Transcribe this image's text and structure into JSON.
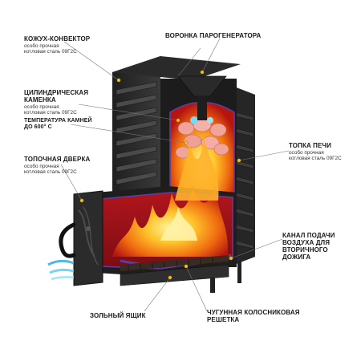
{
  "labels": {
    "convector": {
      "title": "КОЖУХ-КОНВЕКТОР",
      "sub1": "особо прочная",
      "sub2": "котловая сталь 09Г2С"
    },
    "funnel": {
      "title": "ВОРОНКА ПАРОГЕНЕРАТОРА"
    },
    "heater": {
      "title1": "ЦИЛИНДРИЧЕСКАЯ",
      "title2": "КАМЕНКА",
      "sub1": "особо прочная",
      "sub2": "котловая сталь 09Г2С"
    },
    "temperature": {
      "title1": "ТЕМПЕРАТУРА КАМНЕЙ",
      "title2": "ДО 600° С"
    },
    "firebox": {
      "title": "ТОПКА ПЕЧИ",
      "sub1": "особо прочная",
      "sub2": "котловая сталь 09Г2С"
    },
    "door": {
      "title": "ТОПОЧНАЯ ДВЕРКА",
      "sub1": "особо прочная",
      "sub2": "котловая сталь 09Г2С"
    },
    "air_channel": {
      "title1": "КАНАЛ ПОДАЧИ",
      "title2": "ВОЗДУХА ДЛЯ",
      "title3": "ВТОРИЧНОГО",
      "title4": "ДОЖИГА"
    },
    "ash_box": {
      "title": "ЗОЛЬНЫЙ ЯЩИК"
    },
    "grate": {
      "title1": "ЧУГУННАЯ КОЛОСНИКОВАЯ",
      "title2": "РЕШЕТКА"
    }
  },
  "colors": {
    "steel_dark": "#2b2b2b",
    "steel_mid": "#3d3d3d",
    "firebox_red": "#a3121b",
    "flame_orange": "#f07a12",
    "flame_yellow": "#ffd23a",
    "stone_pink": "#f2a39a",
    "outline_purple": "#5b3fa0",
    "leader_line": "#777777",
    "dot": "#f0c020"
  },
  "icons": [
    "funnel-icon",
    "stones-icon",
    "flame-icon",
    "air-inlet-icon",
    "handle-icon"
  ]
}
